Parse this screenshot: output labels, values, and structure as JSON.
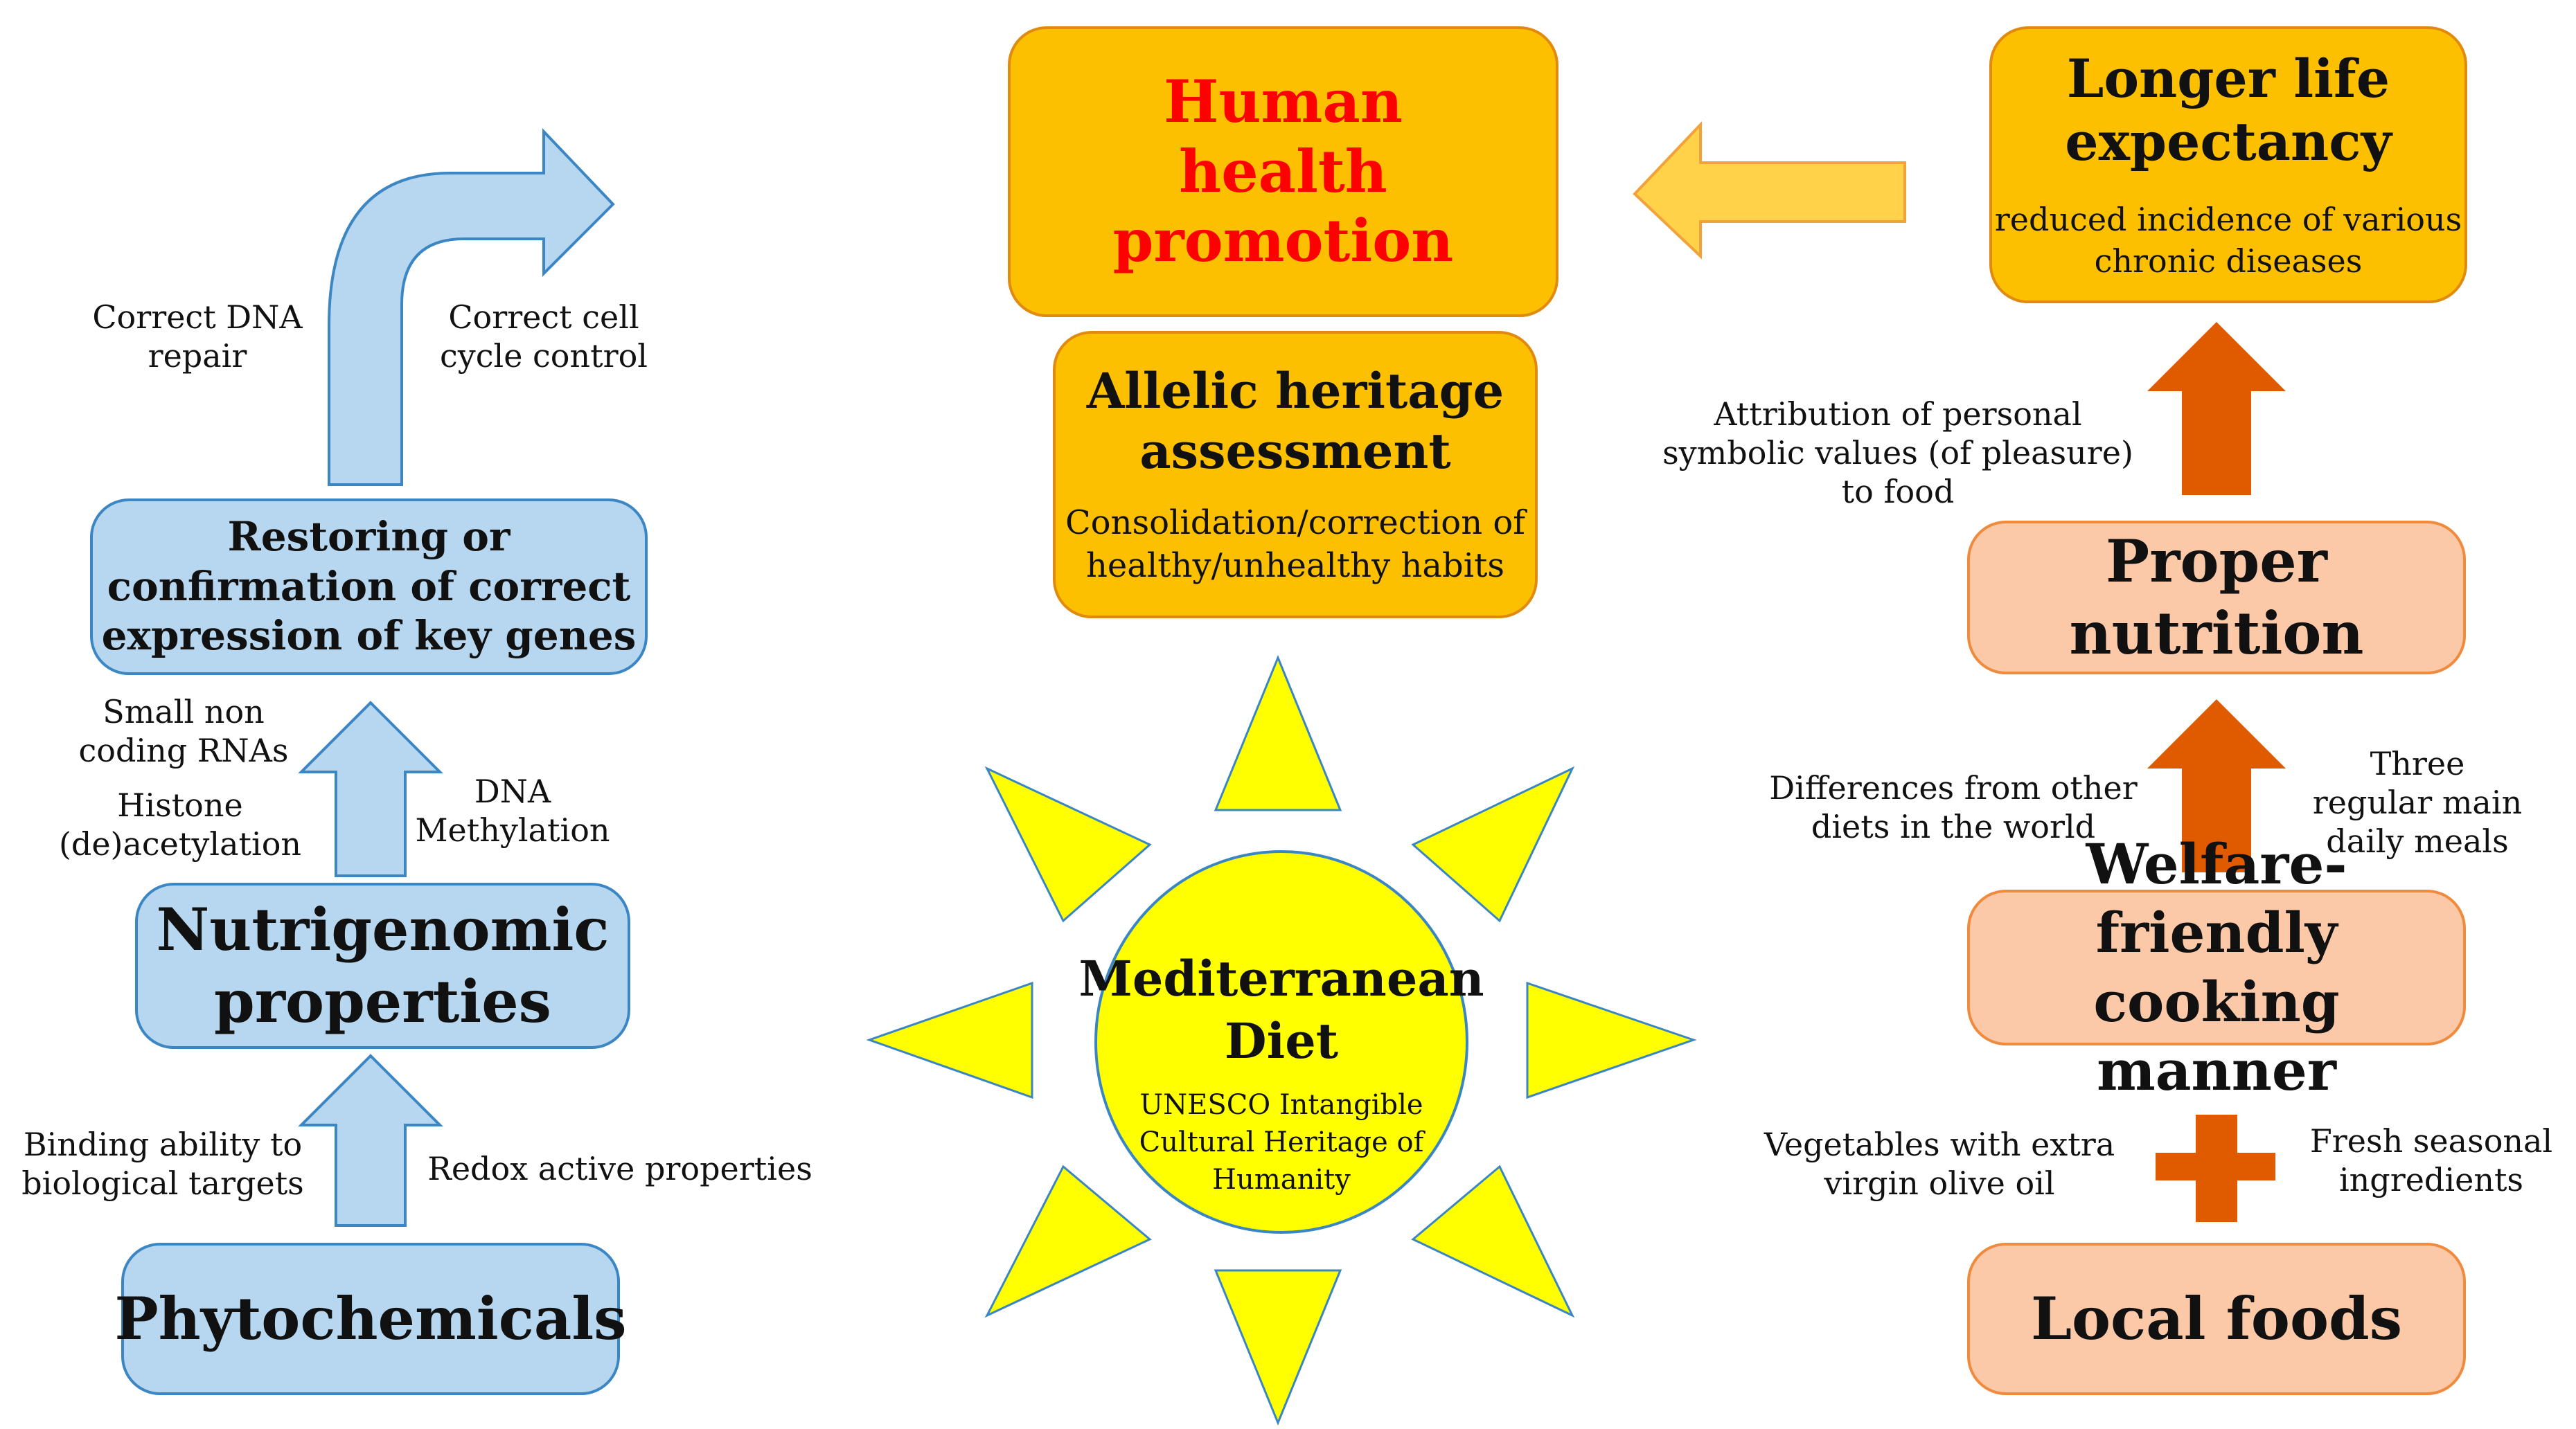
{
  "colors": {
    "blue_fill": "#b6d7ef",
    "blue_stroke": "#3c86c4",
    "gold_fill": "#fcc000",
    "peach_fill": "#fbc8a8",
    "orange_arrow": "#e05a00",
    "sun_yellow": "#ffff00",
    "red_title": "#ff0000",
    "light_arrow": "#ffd24a"
  },
  "left": {
    "phytochemicals": "Phytochemicals",
    "nutrigenomic": [
      "Nutrigenomic",
      "properties"
    ],
    "restoring": [
      "Restoring or",
      "confirmation of correct",
      "expression of key genes"
    ],
    "binding": [
      "Binding ability to",
      "biological targets"
    ],
    "redox": "Redox active properties",
    "small_rna": [
      "Small non",
      "coding RNAs"
    ],
    "histone": [
      "Histone",
      "(de)acetylation"
    ],
    "dna_methylation": [
      "DNA",
      "Methylation"
    ],
    "dna_repair": [
      "Correct DNA",
      "repair"
    ],
    "cell_cycle": [
      "Correct cell",
      "cycle control"
    ]
  },
  "center": {
    "human_health": [
      "Human",
      "health",
      "promotion"
    ],
    "allelic_title": [
      "Allelic heritage",
      "assessment"
    ],
    "allelic_sub": [
      "Consolidation/correction  of",
      "healthy/unhealthy habits"
    ],
    "sun_title": [
      "Mediterranean",
      "Diet"
    ],
    "sun_sub": [
      "UNESCO Intangible",
      "Cultural Heritage of",
      "Humanity"
    ]
  },
  "right": {
    "longer_title": [
      "Longer life",
      "expectancy"
    ],
    "longer_sub": [
      "reduced incidence of various",
      "chronic diseases"
    ],
    "attribution": [
      "Attribution of personal",
      "symbolic values (of pleasure)",
      "to food"
    ],
    "proper": [
      "Proper",
      "nutrition"
    ],
    "differences": [
      "Differences from other",
      "diets in the world"
    ],
    "three_meals": [
      "Three",
      "regular main",
      "daily meals"
    ],
    "welfare": [
      "Welfare-friendly",
      "cooking manner"
    ],
    "vegetables": [
      "Vegetables with extra",
      "virgin olive oil"
    ],
    "fresh": [
      "Fresh seasonal",
      "ingredients"
    ],
    "local": "Local foods"
  }
}
